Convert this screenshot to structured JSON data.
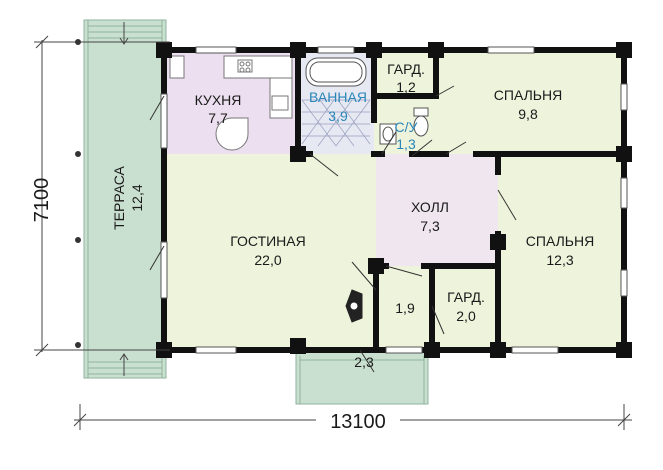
{
  "rooms": {
    "kitchen": {
      "name": "КУХНЯ",
      "area": "7,7"
    },
    "bathroom": {
      "name": "ВАННАЯ",
      "area": "3,9"
    },
    "wardrobe_top": {
      "name": "ГАРД.",
      "area": "1,2"
    },
    "wc": {
      "name": "С/У",
      "area": "1,3"
    },
    "bedroom_top": {
      "name": "СПАЛЬНЯ",
      "area": "9,8"
    },
    "hall": {
      "name": "ХОЛЛ",
      "area": "7,3"
    },
    "living": {
      "name": "ГОСТИНАЯ",
      "area": "22,0"
    },
    "bedroom_right": {
      "name": "СПАЛЬНЯ",
      "area": "12,3"
    },
    "small_room": {
      "area": "1,9"
    },
    "wardrobe_bottom": {
      "name": "ГАРД.",
      "area": "2,0"
    },
    "entrance": {
      "area": "2,3"
    },
    "terrace": {
      "name": "ТЕРРАСА",
      "area": "12,4"
    }
  },
  "dimensions": {
    "width": "13100",
    "height": "7100"
  },
  "colors": {
    "wall": "#111111",
    "terrace_fill": "#c9e0d0",
    "kitchen_fill": "#ecdff0",
    "bath_fill": "#e6e8f2",
    "room_fill": "#eef3dc",
    "hall_fill": "#efe6f0",
    "area_blue": "#2a86b8"
  }
}
